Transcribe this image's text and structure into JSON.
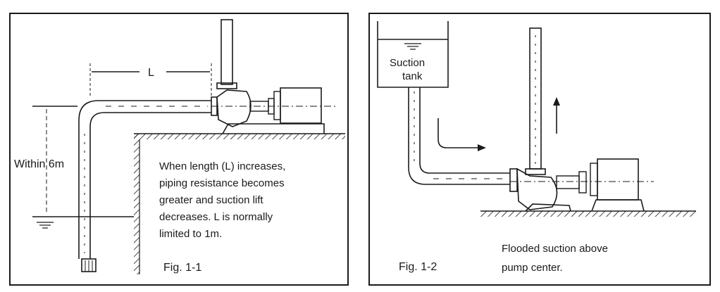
{
  "fig1": {
    "length_label": "L",
    "height_label": "Within 6m",
    "note_lines": [
      "When length (L) increases,",
      "piping resistance becomes",
      "greater and suction lift",
      "decreases. L is normally",
      "limited to 1m."
    ],
    "caption": "Fig. 1-1"
  },
  "fig2": {
    "tank_label_line1": "Suction",
    "tank_label_line2": "tank",
    "note_line1": "Flooded suction above",
    "note_line2": "pump center.",
    "caption": "Fig. 1-2"
  },
  "colors": {
    "ink": "#1a1a1a",
    "paper": "#ffffff"
  }
}
